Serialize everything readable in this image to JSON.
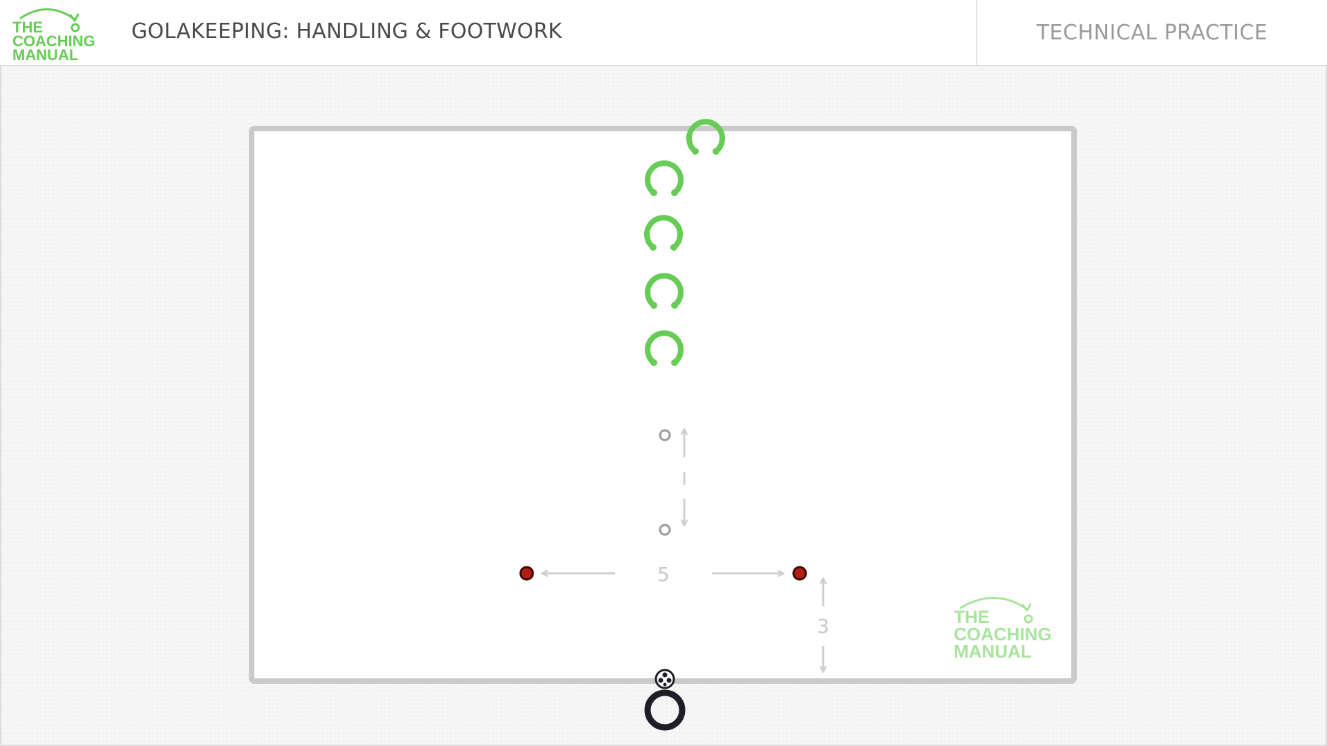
{
  "header": {
    "brand": [
      "THE",
      "COACHING",
      "MANUAL"
    ],
    "title": "GOLAKEEPING: HANDLING & FOOTWORK",
    "category": "TECHNICAL PRACTICE"
  },
  "diagram": {
    "distance_horizontal": "5",
    "distance_vertical": "3",
    "watermark": [
      "THE",
      "COACHING",
      "MANUAL"
    ]
  },
  "colors": {
    "player_green": "#66cc55",
    "goalkeeper": "#1e1e28",
    "cone_red": "#b31e12",
    "pitch_line": "#cacaca",
    "arrow_grey": "#cfcfcf"
  },
  "icons": {
    "player": "horseshoe-player-icon",
    "goalkeeper": "ring-goalkeeper-icon",
    "ball": "football-icon",
    "cone": "cone-marker-icon",
    "marker": "disc-marker-icon"
  }
}
